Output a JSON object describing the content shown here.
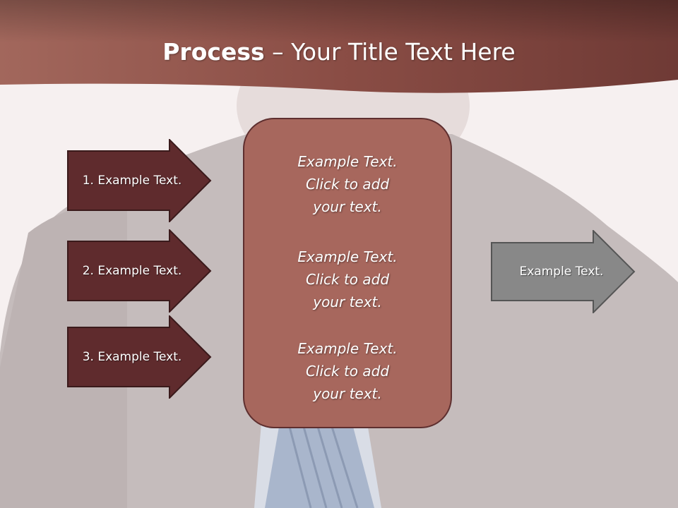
{
  "title": {
    "bold": "Process",
    "rest": " – Your Title Text Here"
  },
  "steps": [
    {
      "label": "1. Example Text."
    },
    {
      "label": "2. Example Text."
    },
    {
      "label": "3. Example Text."
    }
  ],
  "center_texts": [
    {
      "line1": "Example Text.",
      "line2": "Click  to add",
      "line3": "your text."
    },
    {
      "line1": "Example Text.",
      "line2": "Click  to add",
      "line3": "your text."
    },
    {
      "line1": "Example Text.",
      "line2": "Click  to add",
      "line3": "your text."
    }
  ],
  "output": {
    "label": "Example Text."
  },
  "colors": {
    "header": "#8f5148",
    "step_arrow": "#5f2b2d",
    "center_box": "#a7675d",
    "output_arrow": "#888888"
  }
}
